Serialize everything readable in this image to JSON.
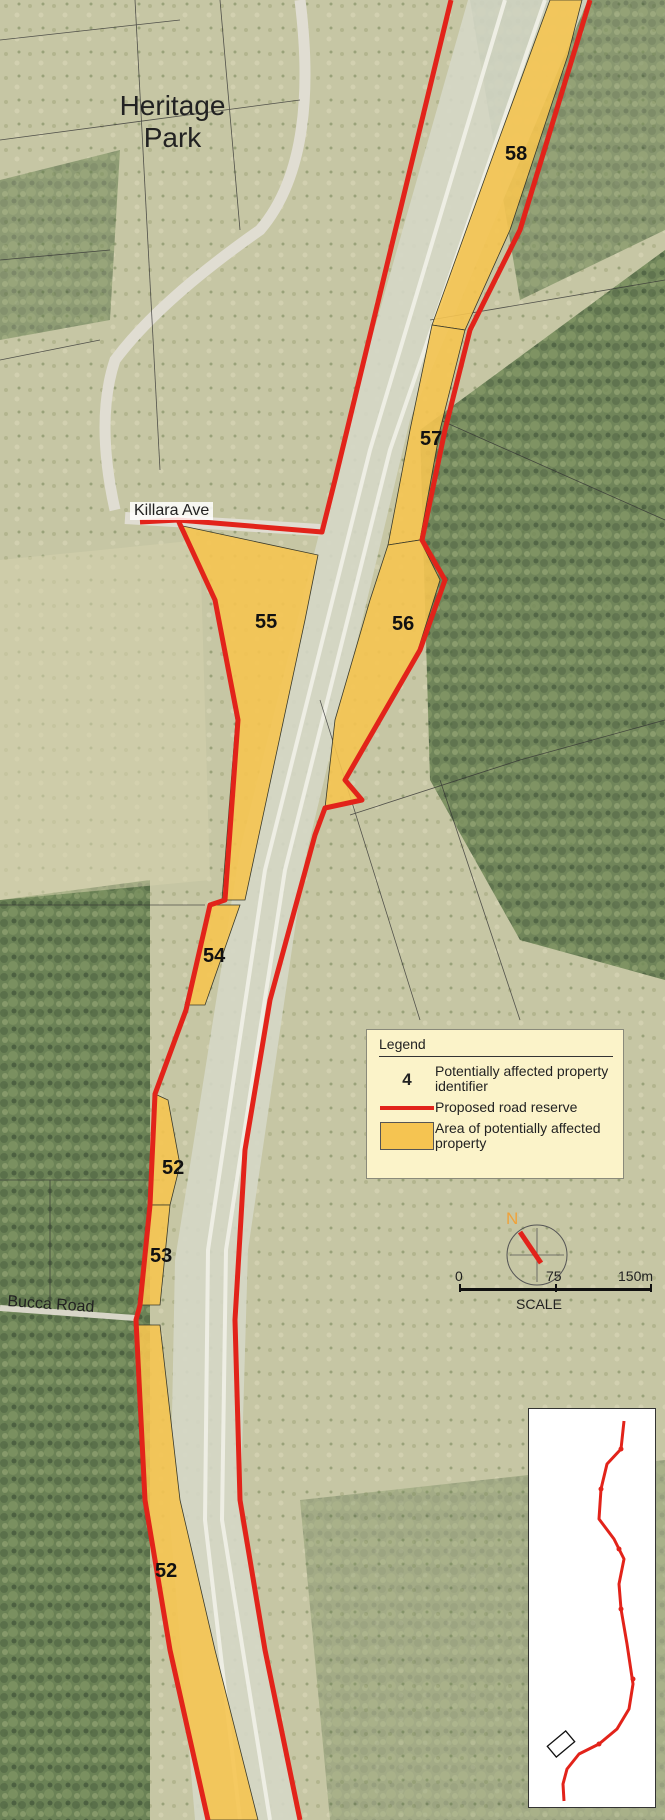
{
  "map": {
    "places": {
      "heritage_park": "Heritage\nPark"
    },
    "roads": {
      "killara_ave": "Killara Ave",
      "bucca_road": "Bucca Road"
    },
    "property_labels": [
      "58",
      "57",
      "56",
      "55",
      "54",
      "52",
      "53",
      "52"
    ],
    "north_label": "N",
    "colors": {
      "road_reserve": "#e2231a",
      "affected_property": "#f5c451",
      "imagery_base": "#b9bd9c",
      "vegetation": "#5b6e47"
    }
  },
  "legend": {
    "title": "Legend",
    "identifier_symbol": "4",
    "identifier_label": "Potentially affected property identifier",
    "road_reserve_label": "Proposed road reserve",
    "area_label": "Area of potentially affected property"
  },
  "scale": {
    "ticks": [
      "0",
      "75",
      "150m"
    ],
    "label": "SCALE"
  },
  "locator": {
    "icon": "locator-map-icon"
  }
}
